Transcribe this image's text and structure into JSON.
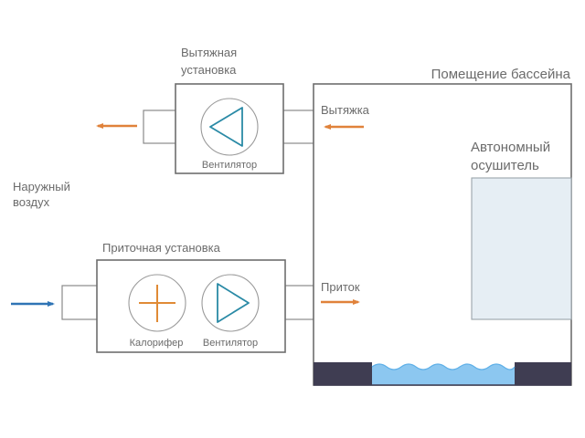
{
  "exhaust_unit": {
    "title_line1": "Вытяжная",
    "title_line2": "установка",
    "fan_label": "Вентилятор"
  },
  "supply_unit": {
    "title": "Приточная установка",
    "heater_label": "Калорифер",
    "fan_label": "Вентилятор"
  },
  "outdoor_air": {
    "line1": "Наружный",
    "line2": "воздух"
  },
  "room": {
    "title": "Помещение бассейна",
    "exhaust_label": "Вытяжка",
    "supply_label": "Приток"
  },
  "dehumidifier": {
    "line1": "Автономный",
    "line2": "осушитель"
  },
  "icons": {
    "fan": "triangle-in-circle",
    "heater": "plus-in-circle",
    "flow_arrow": "arrow"
  },
  "colors": {
    "warm_air": "#e0823a",
    "cold_air": "#2f74b5",
    "fan_stroke": "#2a8aa6",
    "heater_stroke": "#e08a35",
    "pool_water": "#8cc7f0",
    "pool_wave": "#5fb0e8",
    "pool_edge": "#3f3d52",
    "dehumidifier_fill": "#e6eef4"
  }
}
